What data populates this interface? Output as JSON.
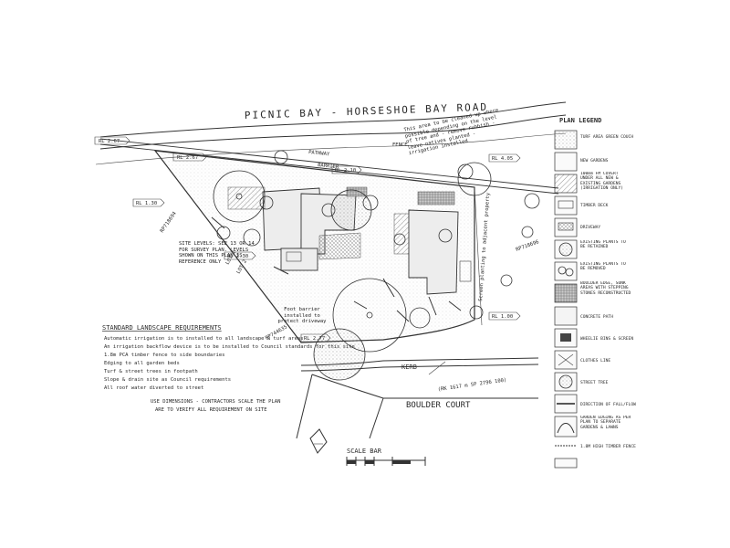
{
  "roads": {
    "top": "PICNIC BAY - HORSESHOE BAY ROAD",
    "bottom": "BOULDER COURT",
    "kerb": "KERB"
  },
  "site_labels": {
    "pathway": "PATHWAY",
    "barrier": "BARRIER",
    "fence": "FENCE",
    "screen_planting": "Screen planting to adjacent property",
    "foot_barrier": "Foot barrier installed to protect driveway",
    "ground_note": "(RK 1617 m SP 2796 100)",
    "top_note": "This area to be cleaned up where possible depending on the level of tree and - remove rubbish - leave natives planted - irrigation installed",
    "site_levels": "SITE LEVELS: SEE 13 OR 14 FOR SURVEY PLAN. LEVELS SHOWN ON THIS PLAN IS REFERENCE ONLY",
    "survey_left": "RP718694",
    "survey_mid": "RP744635",
    "survey_right": "RP718696",
    "lot_left": "LOT 1",
    "lot_mid": "LOT 2"
  },
  "levels": [
    "RL 2.67",
    "RL 2.67",
    "RL 2.10",
    "RL 1.30",
    "RL 2.30",
    "RL 4.05",
    "RL 1.00",
    "RL 2.77"
  ],
  "requirements": {
    "heading": "STANDARD LANDSCAPE REQUIREMENTS",
    "items": [
      "Automatic irrigation is to installed to all landscape & turf areas",
      "An irrigation backflow device is to be installed to Council standards for this site",
      "1.8m PCA timber fence to side boundaries",
      "Edging to all garden beds",
      "Turf & street trees in footpath",
      "Slope & drain site as Council requirements",
      "All roof water diverted to street"
    ]
  },
  "dimensions_note": [
    "USE DIMENSIONS - CONTRACTORS SCALE THE PLAN",
    "ARE TO VERIFY ALL REQUIREMENT ON SITE"
  ],
  "scale_bar": {
    "title": "SCALE BAR"
  },
  "legend": {
    "title": "PLAN LEGEND",
    "items": [
      "TURF AREA GREEN COUCH",
      "NEW GARDENS",
      "100mm FM COVERT UNDER ALL NEW & EXISTING GARDENS (IRRIGATION ONLY)",
      "TIMBER DECK",
      "DRIVEWAY",
      "EXISTING PLANTS TO BE RETAINED",
      "EXISTING PLANTS TO BE REMOVED",
      "BOULDER EDGE, SUNK AREAS WITH STEPPING STONES RECONSTRUCTED",
      "CONCRETE PATH",
      "WHEELIE BINS & SCREEN",
      "CLOTHES LINE",
      "STREET TREE",
      "DIRECTION OF FALL/FLOW",
      "GARDEN EDGING AS PER PLAN TO SEPARATE GARDENS & LAWNS",
      "1.8M HIGH TIMBER FENCE"
    ]
  }
}
